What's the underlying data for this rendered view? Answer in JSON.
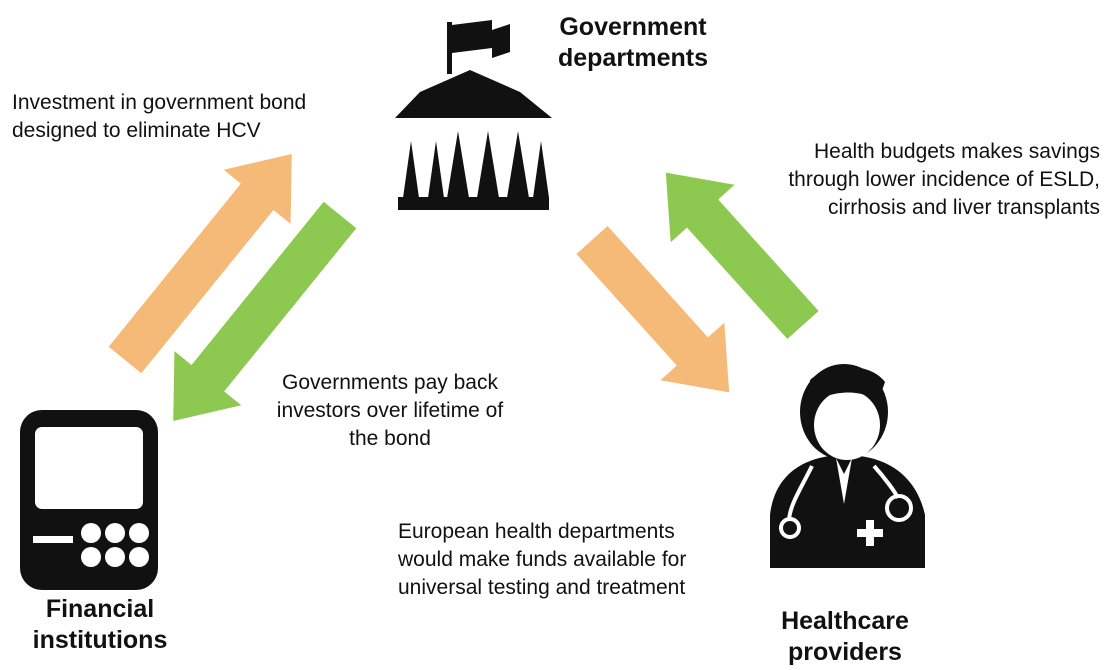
{
  "colors": {
    "orange": "#F5BA78",
    "green": "#8DC950",
    "icon": "#111111"
  },
  "icons": {
    "government": "government-building-icon",
    "financial": "calculator-terminal-icon",
    "healthcare": "doctor-icon"
  },
  "nodes": {
    "government": {
      "label_lines": [
        "Government",
        "departments"
      ]
    },
    "financial": {
      "label_lines": [
        "Financial",
        "institutions"
      ]
    },
    "healthcare": {
      "label_lines": [
        "Healthcare",
        "providers"
      ]
    }
  },
  "flows": {
    "investment": {
      "lines": [
        "Investment in government bond",
        "designed to eliminate HCV"
      ]
    },
    "payback": {
      "lines": [
        "Governments pay back",
        "investors over lifetime of",
        "the bond"
      ]
    },
    "savings": {
      "lines": [
        "Health budgets makes savings",
        "through lower incidence of ESLD,",
        "cirrhosis and liver transplants"
      ]
    },
    "funding": {
      "lines": [
        "European health departments",
        "would make funds available for",
        "universal testing and treatment"
      ]
    }
  }
}
